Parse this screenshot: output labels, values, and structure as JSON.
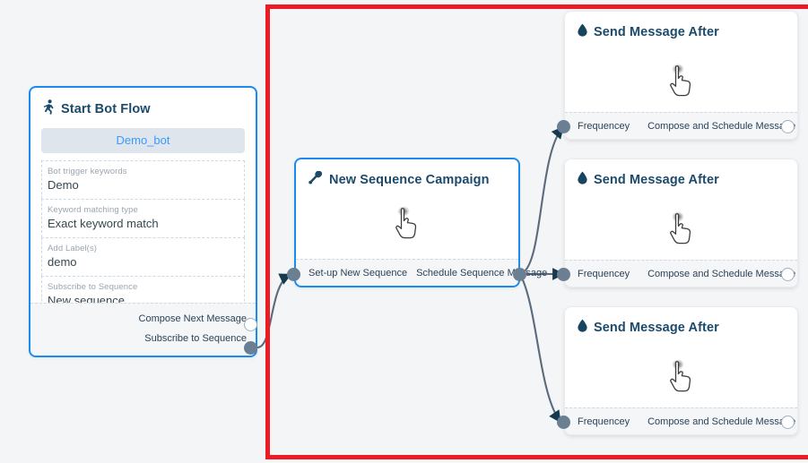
{
  "canvas": {
    "background": "#f4f5f7",
    "highlight_color": "#ed1c24"
  },
  "nodes": {
    "start_bot_flow": {
      "title": "Start Bot Flow",
      "icon": "running-person-icon",
      "bot_pill": "Demo_bot",
      "fields": [
        {
          "label": "Bot trigger keywords",
          "value": "Demo"
        },
        {
          "label": "Keyword matching type",
          "value": "Exact keyword match"
        },
        {
          "label": "Add Label(s)",
          "value": "demo"
        },
        {
          "label": "Subscribe to Sequence",
          "value": "New sequence"
        }
      ],
      "ports": [
        {
          "label": "Compose Next Message",
          "state": "hollow"
        },
        {
          "label": "Subscribe to Sequence",
          "state": "filled"
        }
      ]
    },
    "new_sequence_campaign": {
      "title": "New Sequence Campaign",
      "icon": "megaphone-icon",
      "cursor_icon": "pointing-hand-cursor",
      "input_port_label": "Set-up New Sequence",
      "output_port_label": "Schedule Sequence Message"
    },
    "send_message_after": [
      {
        "title": "Send Message After",
        "icon": "droplet-icon",
        "cursor_icon": "pointing-hand-cursor",
        "input_port_label": "Frequencey",
        "output_port_label": "Compose and Schedule Message"
      },
      {
        "title": "Send Message After",
        "icon": "droplet-icon",
        "cursor_icon": "pointing-hand-cursor",
        "input_port_label": "Frequencey",
        "output_port_label": "Compose and Schedule Message"
      },
      {
        "title": "Send Message After",
        "icon": "droplet-icon",
        "cursor_icon": "pointing-hand-cursor",
        "input_port_label": "Frequencey",
        "output_port_label": "Compose and Schedule Message"
      }
    ]
  }
}
